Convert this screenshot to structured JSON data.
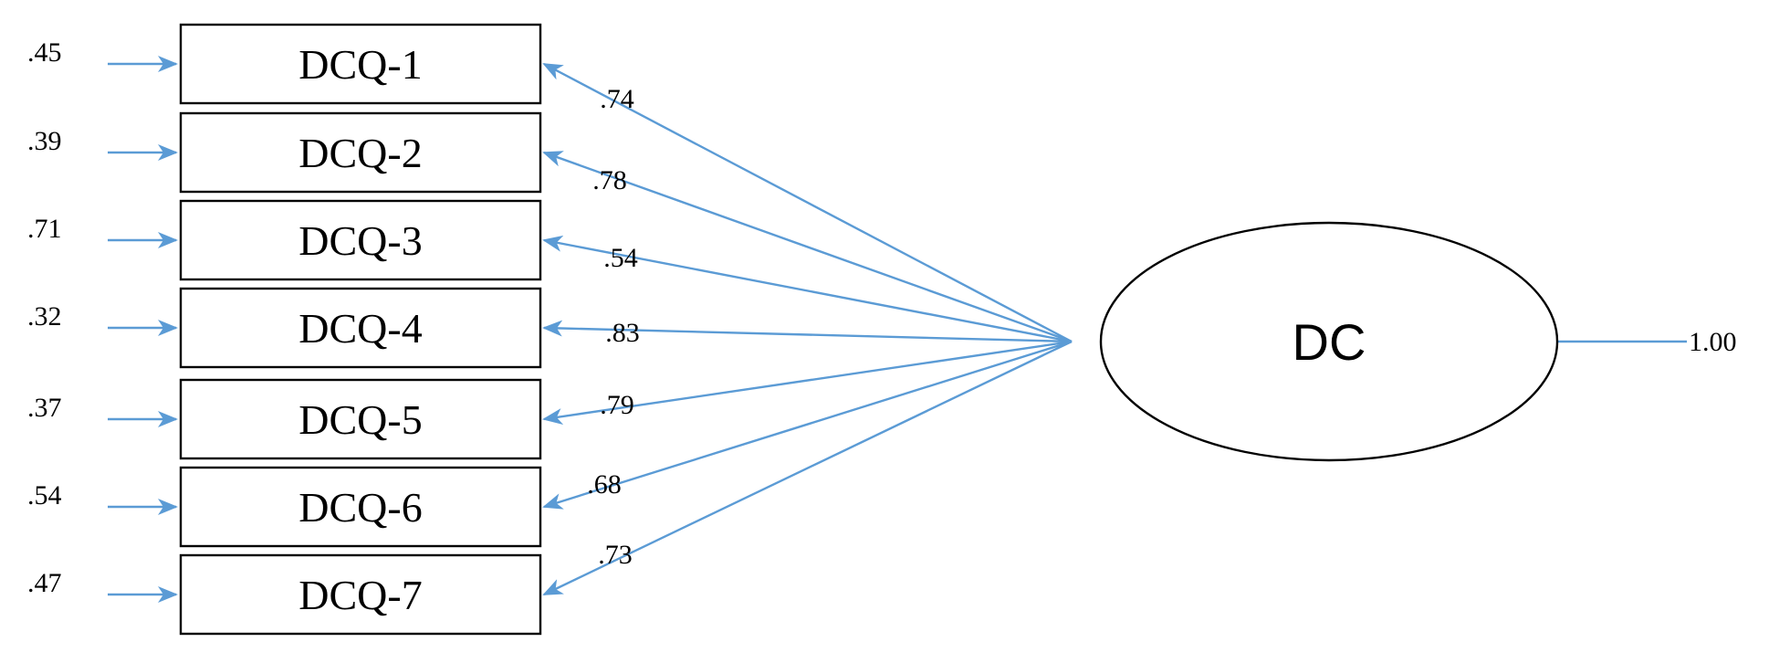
{
  "diagram": {
    "latent": {
      "label": "DC",
      "variance": "1.00"
    },
    "indicators": [
      {
        "label": "DCQ-1",
        "error": ".45",
        "loading": ".74"
      },
      {
        "label": "DCQ-2",
        "error": ".39",
        "loading": ".78"
      },
      {
        "label": "DCQ-3",
        "error": ".71",
        "loading": ".54"
      },
      {
        "label": "DCQ-4",
        "error": ".32",
        "loading": ".83"
      },
      {
        "label": "DCQ-5",
        "error": ".37",
        "loading": ".79"
      },
      {
        "label": "DCQ-6",
        "error": ".54",
        "loading": ".68"
      },
      {
        "label": "DCQ-7",
        "error": ".47",
        "loading": ".73"
      }
    ],
    "colors": {
      "arrow": "#5b9bd5",
      "stroke": "#000000",
      "background": "#ffffff"
    }
  }
}
